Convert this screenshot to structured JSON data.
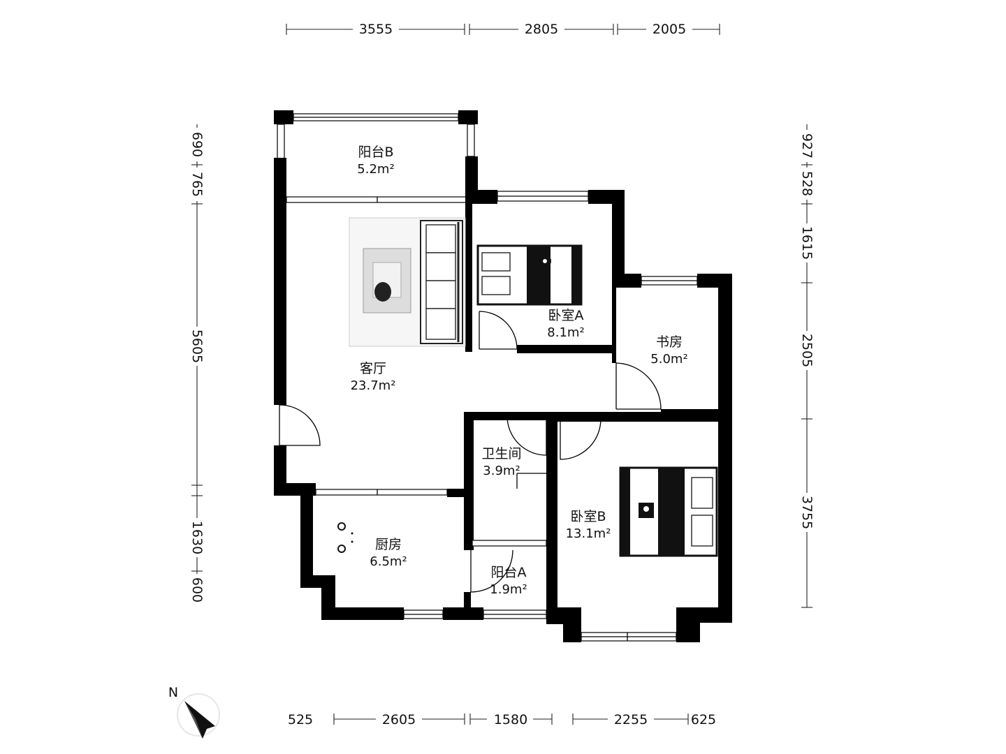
{
  "rooms": {
    "balcony_b": {
      "name": "阳台B",
      "area": "5.2m²"
    },
    "living": {
      "name": "客厅",
      "area": "23.7m²"
    },
    "bedroom_a": {
      "name": "卧室A",
      "area": "8.1m²"
    },
    "study": {
      "name": "书房",
      "area": "5.0m²"
    },
    "bathroom": {
      "name": "卫生间",
      "area": "3.9m²"
    },
    "bedroom_b": {
      "name": "卧室B",
      "area": "13.1m²"
    },
    "kitchen": {
      "name": "厨房",
      "area": "6.5m²"
    },
    "balcony_a": {
      "name": "阳台A",
      "area": "1.9m²"
    }
  },
  "dimensions": {
    "top": [
      "3555",
      "2805",
      "2005"
    ],
    "bottom": [
      "525",
      "2605",
      "1580",
      "2255",
      "625"
    ],
    "left": [
      "690",
      "765",
      "5605",
      "1630",
      "600"
    ],
    "right": [
      "927",
      "528",
      "1615",
      "2505",
      "3755"
    ]
  },
  "compass": {
    "label": "N"
  }
}
